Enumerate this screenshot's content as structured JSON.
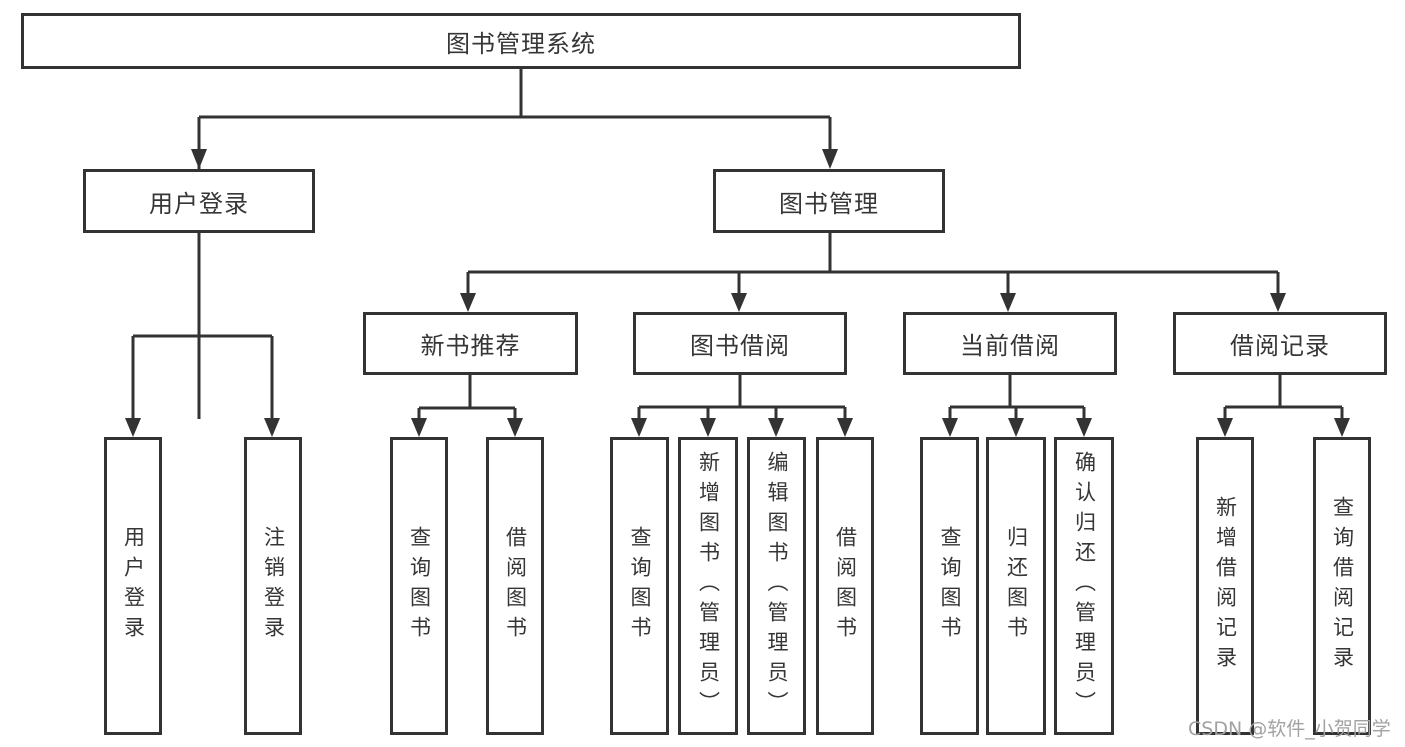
{
  "diagram": {
    "root": {
      "label": "图书管理系统"
    },
    "level1": [
      {
        "label": "用户登录"
      },
      {
        "label": "图书管理"
      }
    ],
    "level2": [
      {
        "label": "新书推荐",
        "parent": "图书管理"
      },
      {
        "label": "图书借阅",
        "parent": "图书管理"
      },
      {
        "label": "当前借阅",
        "parent": "图书管理"
      },
      {
        "label": "借阅记录",
        "parent": "图书管理"
      }
    ],
    "leaves": [
      {
        "label": "用户登录",
        "parent": "用户登录"
      },
      {
        "label": "注销登录",
        "parent": "用户登录"
      },
      {
        "label": "查询图书",
        "parent": "新书推荐"
      },
      {
        "label": "借阅图书",
        "parent": "新书推荐"
      },
      {
        "label": "查询图书",
        "parent": "图书借阅"
      },
      {
        "label": "新增图书（管理员）",
        "parent": "图书借阅"
      },
      {
        "label": "编辑图书（管理员）",
        "parent": "图书借阅"
      },
      {
        "label": "借阅图书",
        "parent": "图书借阅"
      },
      {
        "label": "查询图书",
        "parent": "当前借阅"
      },
      {
        "label": "归还图书",
        "parent": "当前借阅"
      },
      {
        "label": "确认归还（管理员）",
        "parent": "当前借阅"
      },
      {
        "label": "新增借阅记录",
        "parent": "借阅记录"
      },
      {
        "label": "查询借阅记录",
        "parent": "借阅记录"
      }
    ]
  },
  "watermark": {
    "text": "CSDN @软件_小贺同学"
  },
  "colors": {
    "background": "#ffffff",
    "line": "#333333",
    "box_border": "#333333",
    "text": "#363636",
    "watermark": "#a2a2a2"
  }
}
